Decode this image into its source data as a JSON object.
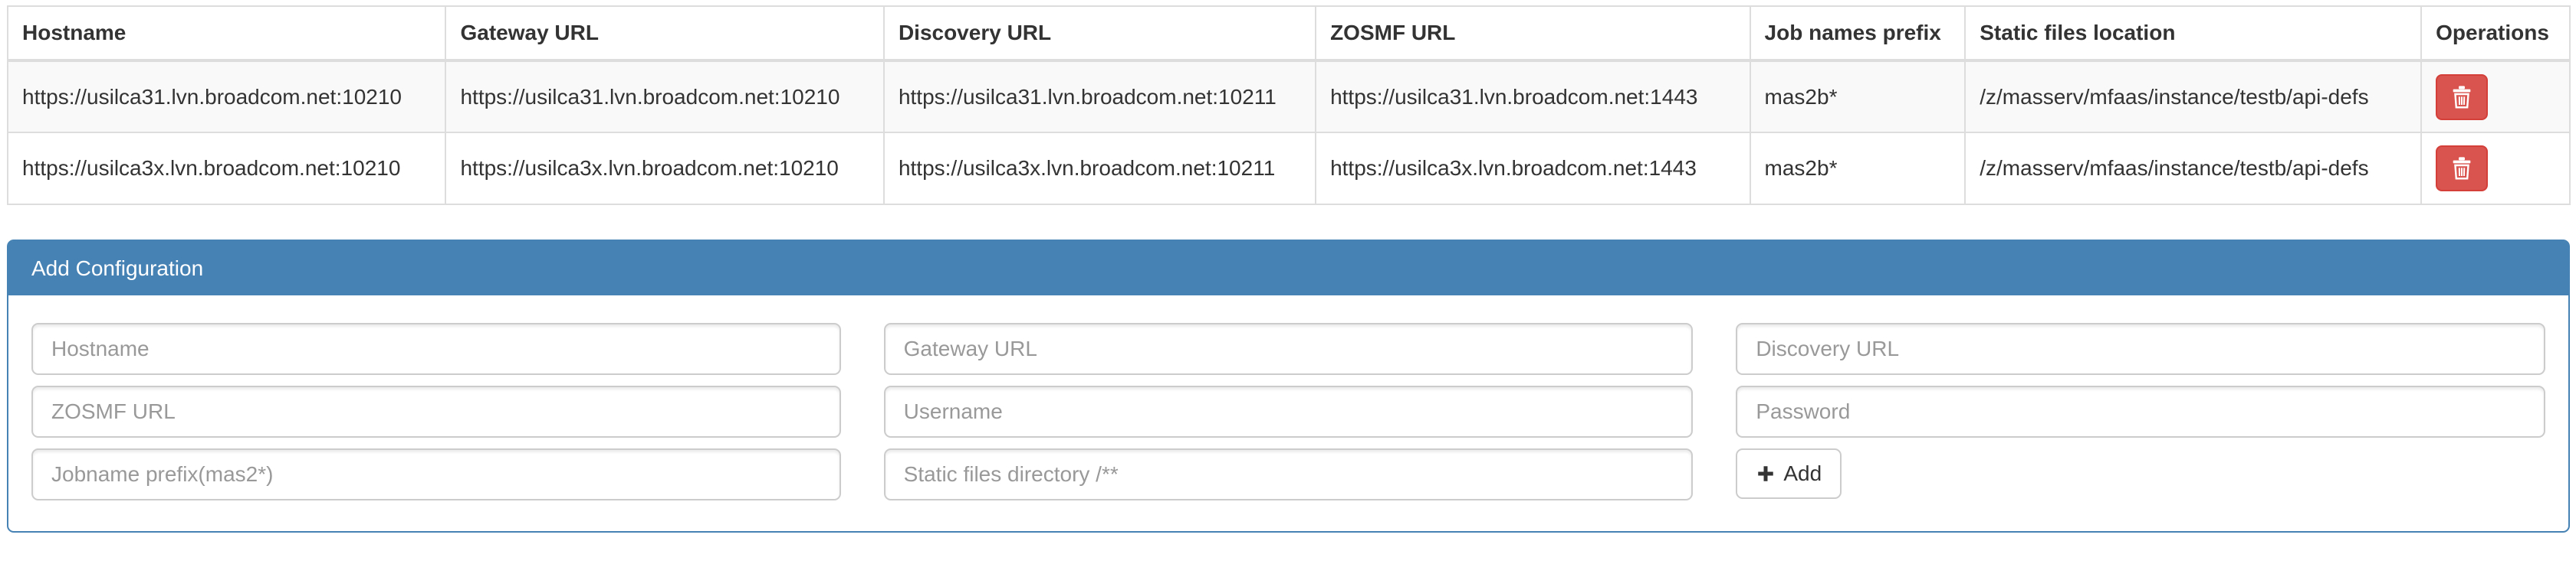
{
  "table": {
    "columns": [
      "Hostname",
      "Gateway URL",
      "Discovery URL",
      "ZOSMF URL",
      "Job names prefix",
      "Static files location",
      "Operations"
    ],
    "rows": [
      {
        "hostname": "https://usilca31.lvn.broadcom.net:10210",
        "gateway_url": "https://usilca31.lvn.broadcom.net:10210",
        "discovery_url": "https://usilca31.lvn.broadcom.net:10211",
        "zosmf_url": "https://usilca31.lvn.broadcom.net:1443",
        "job_names_prefix": "mas2b*",
        "static_files_location": "/z/masserv/mfaas/instance/testb/api-defs"
      },
      {
        "hostname": "https://usilca3x.lvn.broadcom.net:10210",
        "gateway_url": "https://usilca3x.lvn.broadcom.net:10210",
        "discovery_url": "https://usilca3x.lvn.broadcom.net:10211",
        "zosmf_url": "https://usilca3x.lvn.broadcom.net:1443",
        "job_names_prefix": "mas2b*",
        "static_files_location": "/z/masserv/mfaas/instance/testb/api-defs"
      }
    ],
    "delete_button_icon": "trash-icon"
  },
  "add_configuration": {
    "title": "Add Configuration",
    "inputs": [
      {
        "name": "hostname",
        "placeholder": "Hostname"
      },
      {
        "name": "gateway-url",
        "placeholder": "Gateway URL"
      },
      {
        "name": "discovery-url",
        "placeholder": "Discovery URL"
      },
      {
        "name": "zosmf-url",
        "placeholder": "ZOSMF URL"
      },
      {
        "name": "username",
        "placeholder": "Username"
      },
      {
        "name": "password",
        "placeholder": "Password"
      },
      {
        "name": "jobname-prefix",
        "placeholder": "Jobname prefix(mas2*)"
      },
      {
        "name": "static-files-directory",
        "placeholder": "Static files directory /**"
      }
    ],
    "add_button": {
      "label": "Add",
      "icon": "plus-icon"
    }
  },
  "colors": {
    "panel_header_bg": "#4682b4",
    "panel_border": "#4682b4",
    "delete_button_bg": "#d9534f",
    "delete_button_border": "#d43f3a",
    "table_border": "#dddddd",
    "stripe_row_bg": "#f9f9f9",
    "text": "#333333",
    "placeholder": "#999999"
  }
}
